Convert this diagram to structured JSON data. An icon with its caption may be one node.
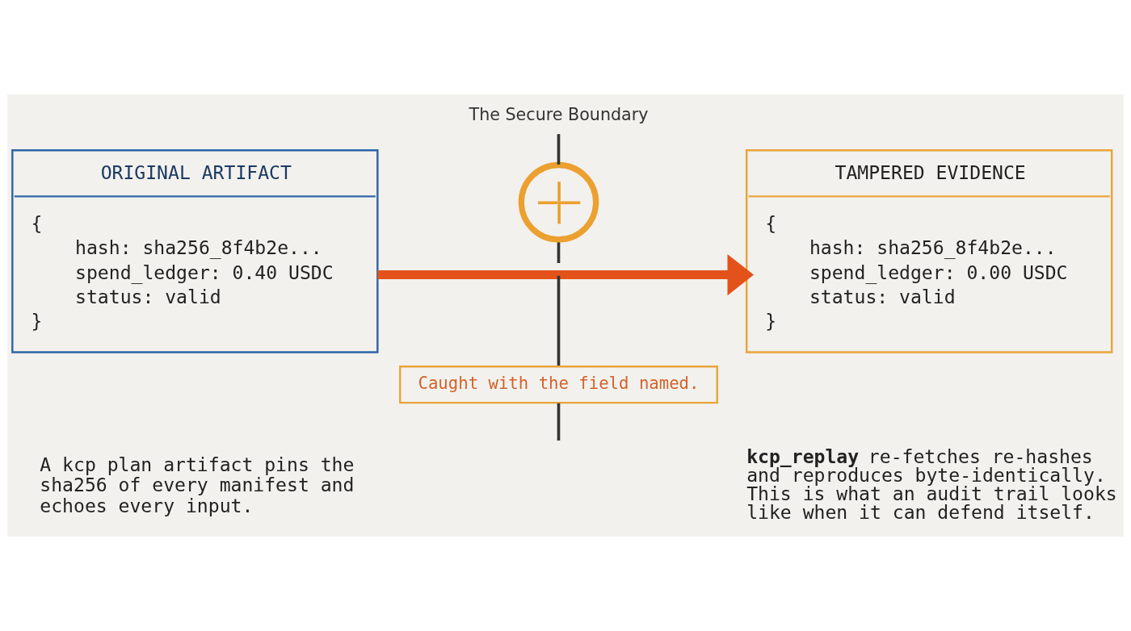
{
  "diagram": {
    "nodes": [
      {
        "text": [
          "ORIGINAL ARTIFACT",
          "{",
          "hash: sha256_8f4b2e...",
          "spend_ledger: 0.40 USDC",
          "status: valid",
          "}"
        ]
      },
      {
        "text": [
          "TAMPERED EVIDENCE",
          "{",
          "hash: sha256_8f4b2e...",
          "spend_ledger: 0.00 USDC",
          "status: valid",
          "}"
        ]
      },
      {
        "text": [
          "Caught with the field named."
        ]
      },
      {
        "text": [],
        "shape": "circle"
      }
    ],
    "edges": [
      {
        "from": 0,
        "to": 1,
        "arrow": "to",
        "color": "#e4521b"
      }
    ],
    "labels": [
      "The Secure Boundary",
      "A kcp plan artifact pins the sha256 of every manifest and echoes every input.",
      "**kcp_replay** re-fetches re-hashes and reproduces byte-identically. This is what an audit trail looks like when it can defend itself."
    ]
  }
}
